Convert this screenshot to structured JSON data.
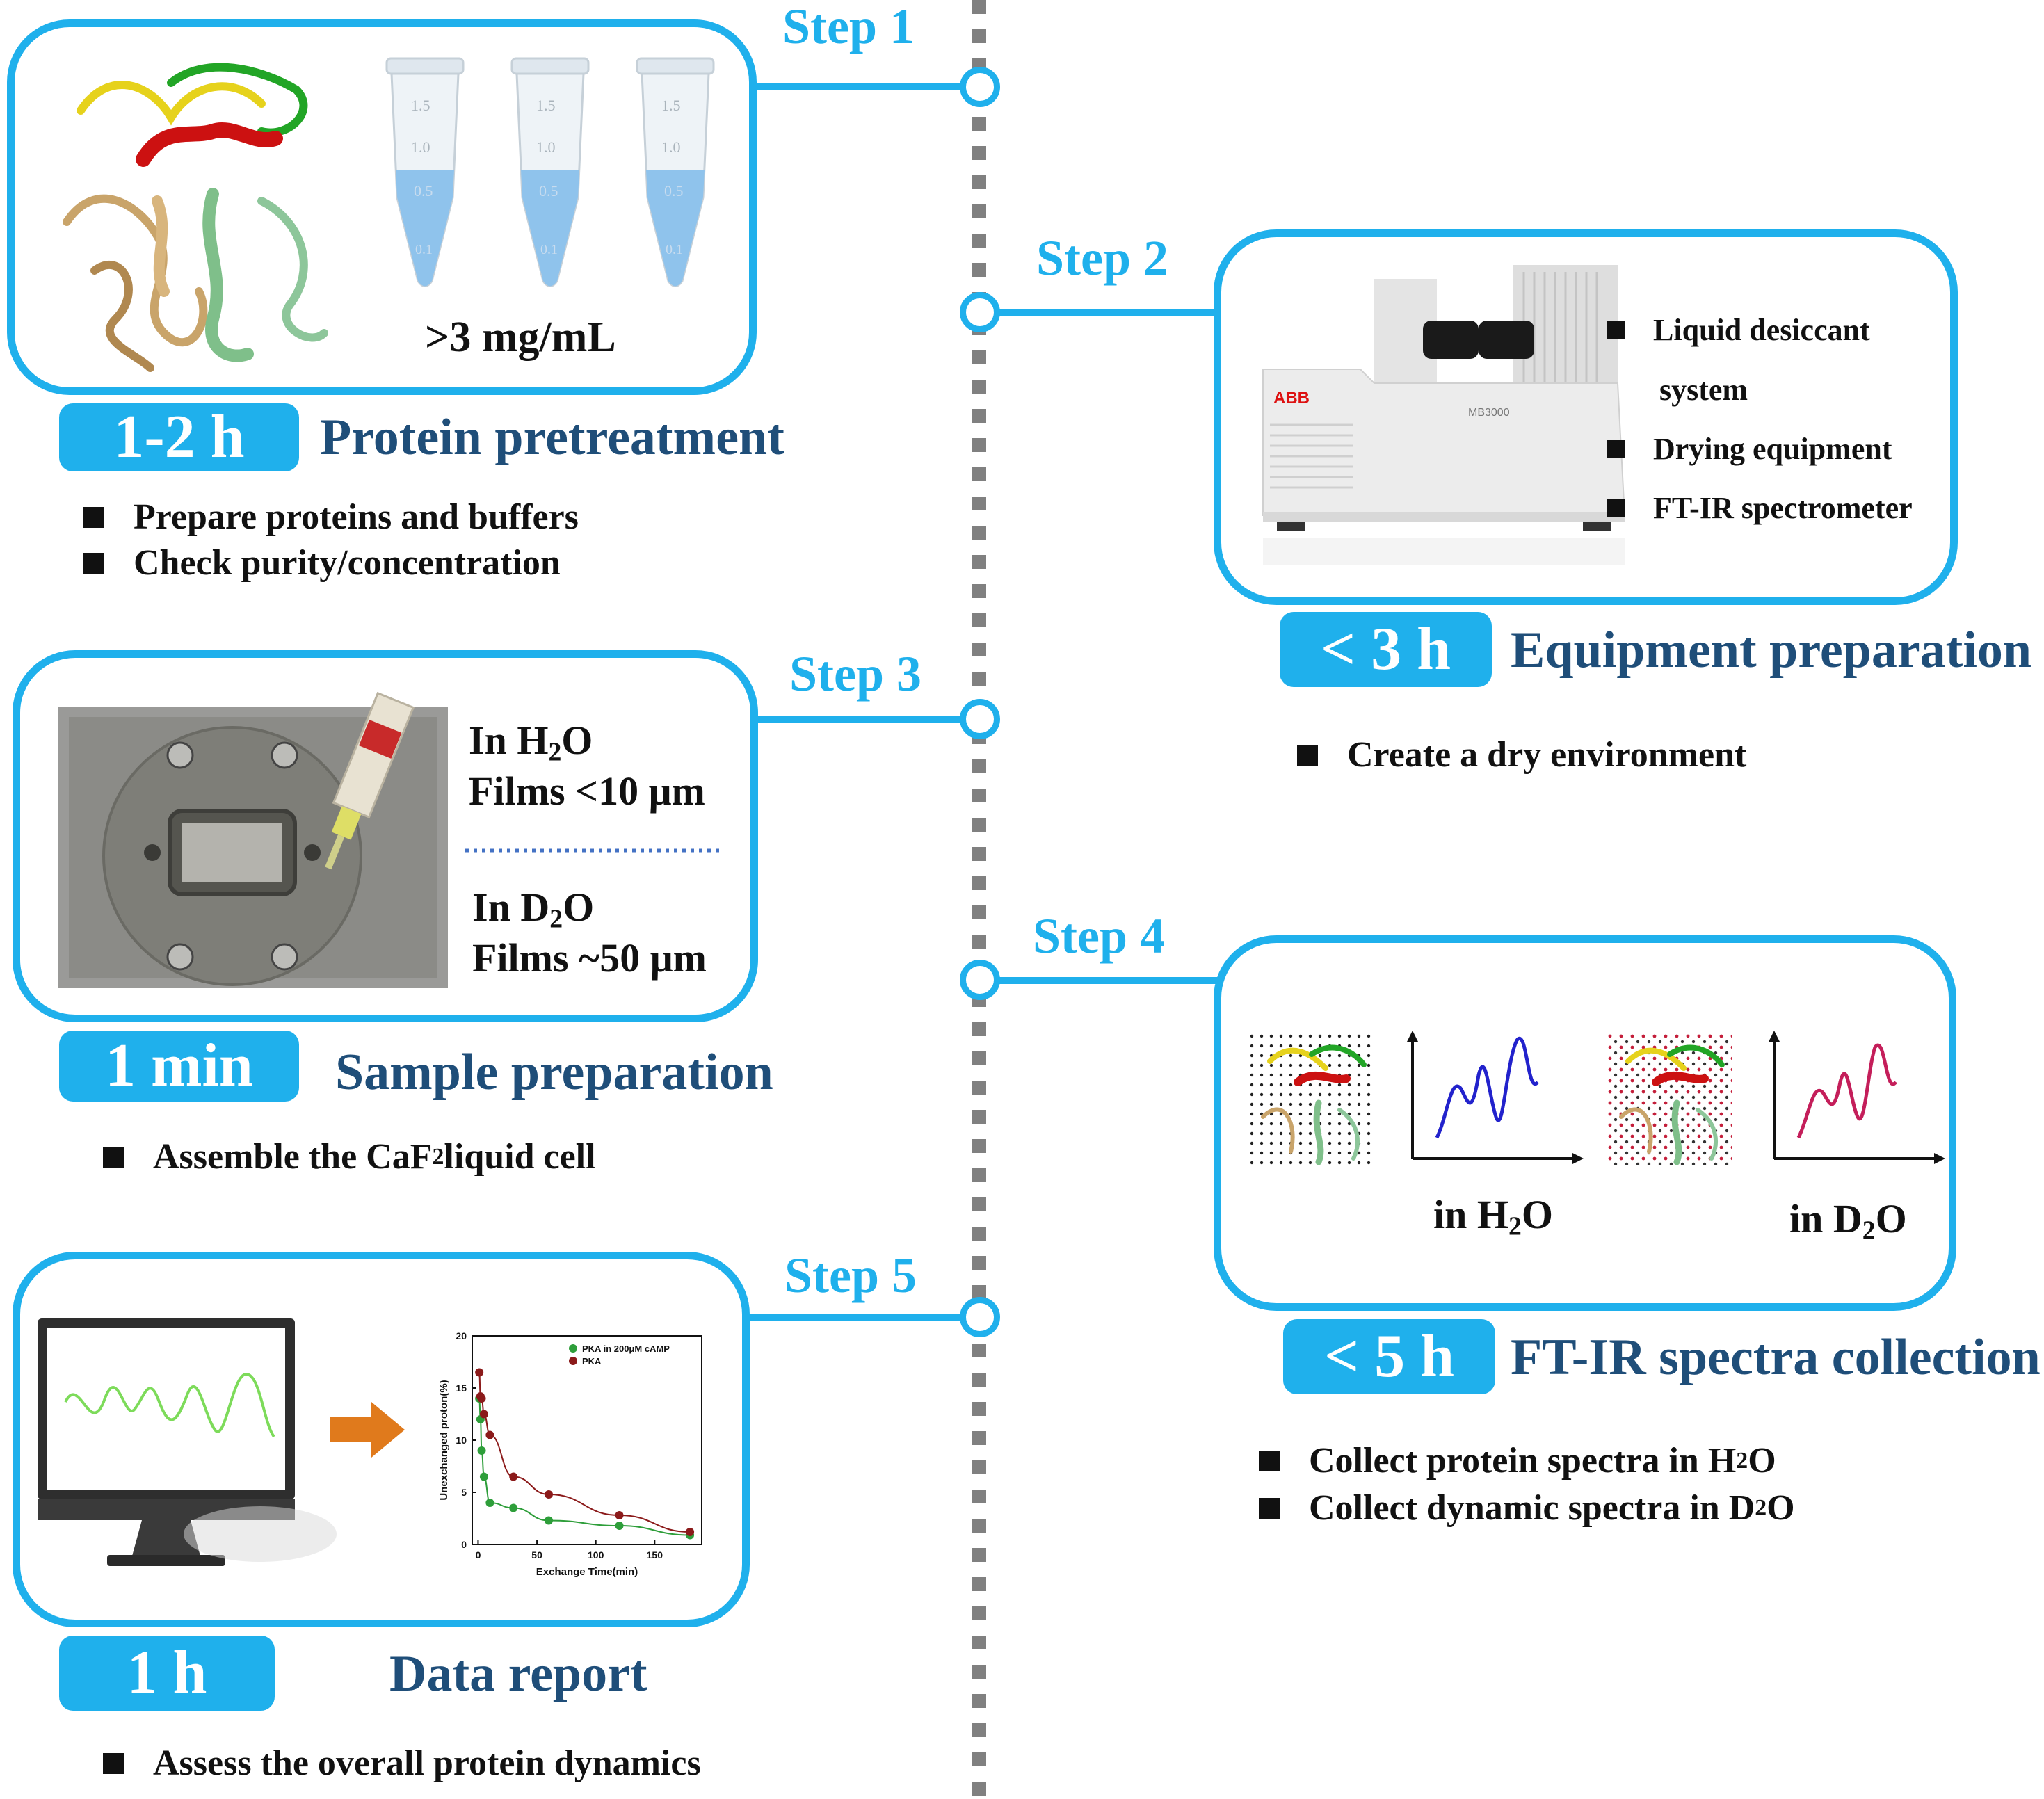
{
  "colors": {
    "accent": "#1fb0ec",
    "title": "#1f4e79",
    "axis_label_text": "#111111"
  },
  "step1": {
    "step_label": "Step 1",
    "concentration": ">3 mg/mL",
    "tube_marks": [
      "1.5",
      "1.0",
      "0.5",
      "0.1"
    ],
    "time": "1-2 h",
    "title": "Protein pretreatment",
    "bullets": [
      "Prepare proteins and buffers",
      "Check purity/concentration"
    ]
  },
  "step2": {
    "step_label": "Step 2",
    "instrument_brand": "ABB",
    "instrument_model": "MB3000",
    "bullet_items": [
      {
        "line1": "Liquid desiccant",
        "line2": "system"
      },
      {
        "line1": "Drying equipment"
      },
      {
        "line1": "FT-IR spectrometer"
      }
    ],
    "time": "< 3 h",
    "title": "Equipment preparation",
    "bullets": [
      "Create a dry environment"
    ]
  },
  "step3": {
    "step_label": "Step 3",
    "h2o_prefix": "In H",
    "h2o_sub": "2",
    "h2o_suffix": "O",
    "h2o_films": "Films <10 μm",
    "d2o_prefix": "In D",
    "d2o_sub": "2",
    "d2o_suffix": "O",
    "d2o_films": "Films ~50 μm",
    "time": "1 min",
    "title": "Sample preparation",
    "bullet_prefix": "Assemble the CaF",
    "bullet_sub": "2",
    "bullet_suffix": " liquid cell"
  },
  "step4": {
    "step_label": "Step 4",
    "left_prefix": "in H",
    "left_sub": "2",
    "left_suffix": "O",
    "right_prefix": "in D",
    "right_sub": "2",
    "right_suffix": "O",
    "time": "< 5 h",
    "title": "FT-IR spectra collection",
    "bullet1_prefix": "Collect protein spectra in H",
    "bullet1_sub": "2",
    "bullet1_suffix": "O",
    "bullet2_prefix": "Collect dynamic spectra in D",
    "bullet2_sub": "2",
    "bullet2_suffix": "O"
  },
  "step5": {
    "step_label": "Step 5",
    "time": "1 h",
    "title": "Data report",
    "bullets": [
      "Assess the overall protein dynamics"
    ]
  },
  "chart_data": {
    "type": "scatter",
    "xlabel": "Exchange Time(min)",
    "ylabel": "Unexchanged proton(%)",
    "xlim": [
      -5,
      190
    ],
    "ylim": [
      0,
      20
    ],
    "xticks": [
      0,
      50,
      100,
      150
    ],
    "yticks": [
      0,
      5,
      10,
      15,
      20
    ],
    "legend_position": "top-right",
    "series": [
      {
        "name": "PKA  in 200μM cAMP",
        "color": "#2e9e3a",
        "x": [
          1,
          2,
          3,
          5,
          10,
          30,
          60,
          120,
          180
        ],
        "y": [
          14,
          12,
          9,
          6.5,
          4,
          3.5,
          2.3,
          1.8,
          0.9
        ]
      },
      {
        "name": "PKA",
        "color": "#8b1a1a",
        "x": [
          1,
          2,
          3,
          5,
          10,
          30,
          60,
          120,
          180
        ],
        "y": [
          16.5,
          14.2,
          14,
          12.5,
          10.5,
          6.5,
          4.8,
          2.8,
          1.2
        ]
      }
    ]
  }
}
